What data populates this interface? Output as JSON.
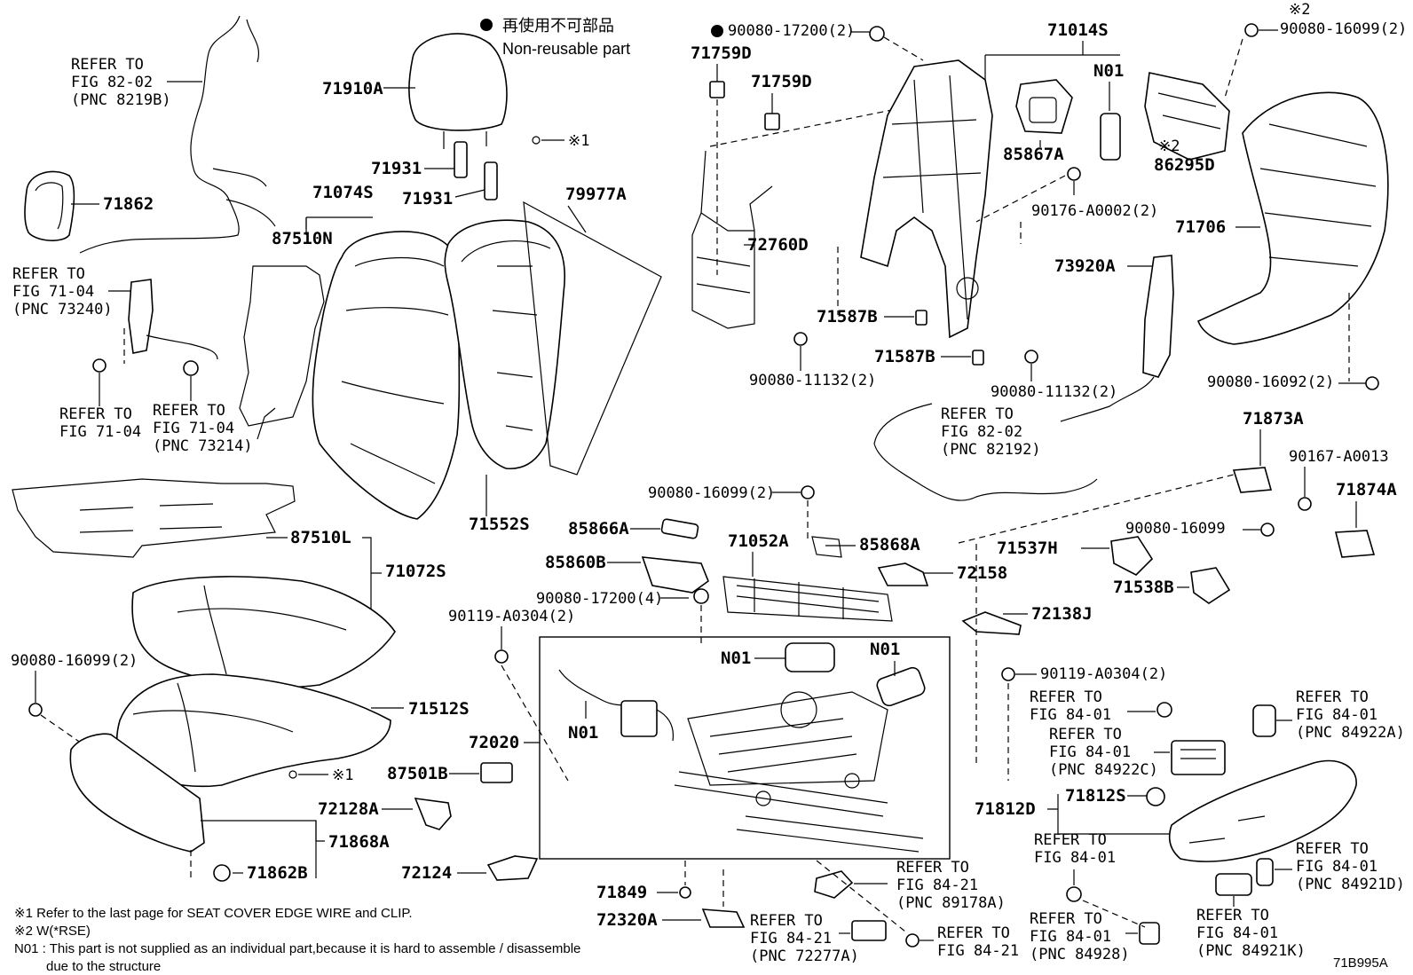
{
  "legend": {
    "line1": "再使用不可部品",
    "line2": "Non-reusable part"
  },
  "labels": {
    "p71910A": "71910A",
    "p71931a": "71931",
    "p71931b": "71931",
    "p71862": "71862",
    "p71074S": "71074S",
    "p87510N": "87510N",
    "p79977A": "79977A",
    "p71552S": "71552S",
    "p87510L": "87510L",
    "p71072S": "71072S",
    "p71512S": "71512S",
    "p72128A": "72128A",
    "p71868A": "71868A",
    "p71862B": "71862B",
    "p72124": "72124",
    "p87501B": "87501B",
    "p72020": "72020",
    "p71849": "71849",
    "p72320A": "72320A",
    "p90080_16099_2_left": "90080-16099(2)",
    "p90119_A0304_2a": "90119-A0304(2)",
    "p90080_17200_4": "90080-17200(4)",
    "p85866A": "85866A",
    "p85860B": "85860B",
    "p71052A": "71052A",
    "p90080_16099_2_mid": "90080-16099(2)",
    "p85868A": "85868A",
    "p72158": "72158",
    "p72138J": "72138J",
    "p90080_17200_2": "90080-17200(2)",
    "p71759D_a": "71759D",
    "p71759D_b": "71759D",
    "p72760D": "72760D",
    "p71587B_a": "71587B",
    "p71587B_b": "71587B",
    "p90080_11132_2a": "90080-11132(2)",
    "p90080_11132_2b": "90080-11132(2)",
    "p71014S": "71014S",
    "pN01_top": "N01",
    "p85867A": "85867A",
    "p90176_A0002_2": "90176-A0002(2)",
    "p73920A": "73920A",
    "p90080_16099_2_top": "90080-16099(2)",
    "p86295D": "86295D",
    "p71706": "71706",
    "p90080_16092_2": "90080-16092(2)",
    "p71873A": "71873A",
    "p90167_A0013": "90167-A0013",
    "p71874A": "71874A",
    "p90080_16099_right": "90080-16099",
    "p71537H": "71537H",
    "p71538B": "71538B",
    "p90119_A0304_2b": "90119-A0304(2)",
    "pN01_motor1": "N01",
    "pN01_motor2": "N01",
    "pN01_harness": "N01",
    "p71812S": "71812S",
    "p71812D": "71812D",
    "mark1": "※1",
    "mark1b": "※1",
    "mark2a": "※2",
    "mark2b": "※2"
  },
  "refs": {
    "r1": [
      "REFER TO",
      "FIG 82-02",
      "(PNC 8219B)"
    ],
    "r2": [
      "REFER TO",
      "FIG 71-04",
      "(PNC 73240)"
    ],
    "r3": [
      "REFER TO",
      "FIG 71-04"
    ],
    "r4": [
      "REFER TO",
      "FIG 71-04",
      "(PNC 73214)"
    ],
    "r5": [
      "REFER TO",
      "FIG 82-02",
      "(PNC 82192)"
    ],
    "r6": [
      "REFER TO",
      "FIG 84-01"
    ],
    "r7": [
      "REFER TO",
      "FIG 84-01",
      "(PNC 84922A)"
    ],
    "r8": [
      "REFER TO",
      "FIG 84-01",
      "(PNC 84922C)"
    ],
    "r9": [
      "REFER TO",
      "FIG 84-01"
    ],
    "r10": [
      "REFER TO",
      "FIG 84-01",
      "(PNC 84921D)"
    ],
    "r11": [
      "REFER TO",
      "FIG 84-21",
      "(PNC 89178A)"
    ],
    "r12": [
      "REFER TO",
      "FIG 84-21",
      "(PNC 72277A)"
    ],
    "r13": [
      "REFER TO",
      "FIG 84-21"
    ],
    "r14": [
      "REFER TO",
      "FIG 84-01",
      "(PNC 84928)"
    ],
    "r15": [
      "REFER TO",
      "FIG 84-01",
      "(PNC 84921K)"
    ]
  },
  "footnotes": {
    "n1": "※1  Refer to the last page for SEAT COVER EDGE WIRE and CLIP.",
    "n2": "※2  W(*RSE)",
    "n3a": "N01 : This part is not supplied as an individual part,because it is hard to assemble / disassemble",
    "n3b": "due to the structure"
  },
  "figure_code": "71B995A"
}
